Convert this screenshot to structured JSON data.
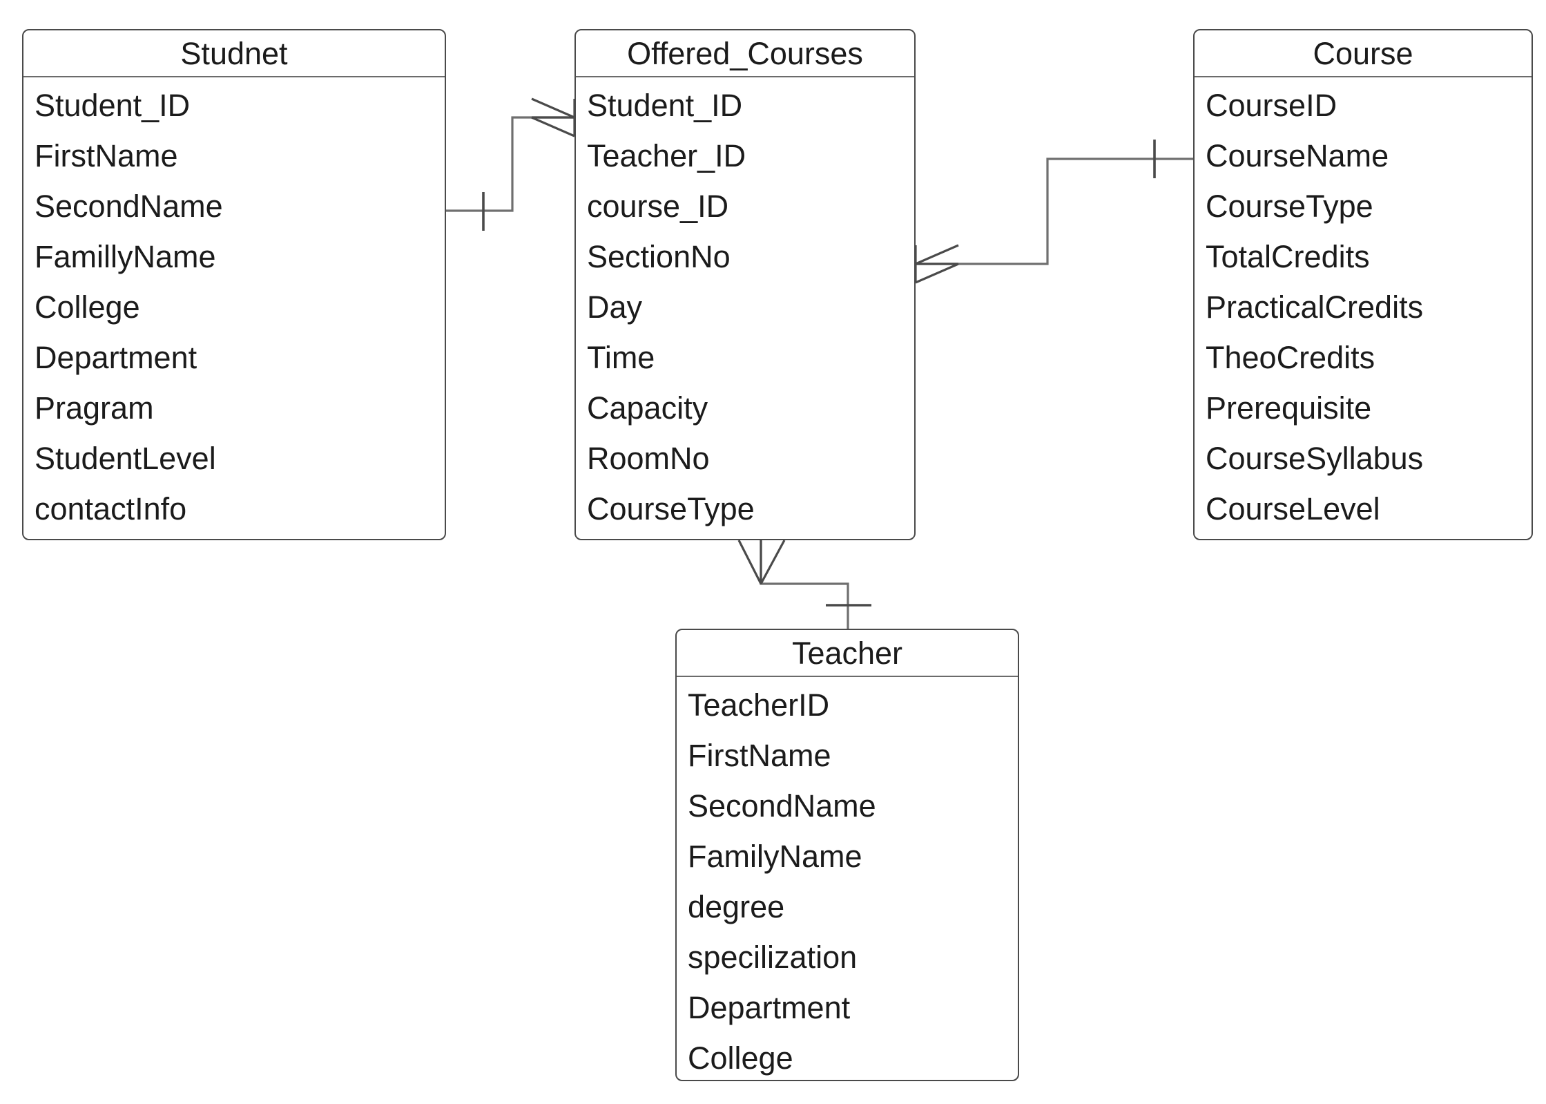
{
  "diagram": {
    "type": "er-diagram",
    "notation": "crows-foot",
    "background_color": "#ffffff",
    "line_color": "#6f6f6f",
    "border_color": "#4a4a4a",
    "text_color": "#1b1b1b"
  },
  "entities": [
    {
      "id": "studnet",
      "name": "Studnet",
      "attributes": [
        "Student_ID",
        "FirstName",
        "SecondName",
        "FamillyName",
        "College",
        "Department",
        "Pragram",
        "StudentLevel",
        "contactInfo"
      ]
    },
    {
      "id": "offered_courses",
      "name": "Offered_Courses",
      "attributes": [
        "Student_ID",
        "Teacher_ID",
        "course_ID",
        "SectionNo",
        "Day",
        "Time",
        "Capacity",
        "RoomNo",
        "CourseType"
      ]
    },
    {
      "id": "course",
      "name": "Course",
      "attributes": [
        "CourseID",
        "CourseName",
        "CourseType",
        "TotalCredits",
        "PracticalCredits",
        "TheoCredits",
        "Prerequisite",
        "CourseSyllabus",
        "CourseLevel"
      ]
    },
    {
      "id": "teacher",
      "name": "Teacher",
      "attributes": [
        "TeacherID",
        "FirstName",
        "SecondName",
        "FamilyName",
        "degree",
        "specilization",
        "Department",
        "College"
      ]
    }
  ],
  "relationships": [
    {
      "id": "studnet-offered",
      "from": "studnet",
      "to": "offered_courses",
      "from_cardinality": "one",
      "to_cardinality": "many"
    },
    {
      "id": "offered-course",
      "from": "offered_courses",
      "to": "course",
      "from_cardinality": "many",
      "to_cardinality": "one"
    },
    {
      "id": "offered-teacher",
      "from": "offered_courses",
      "to": "teacher",
      "from_cardinality": "many",
      "to_cardinality": "one"
    }
  ]
}
